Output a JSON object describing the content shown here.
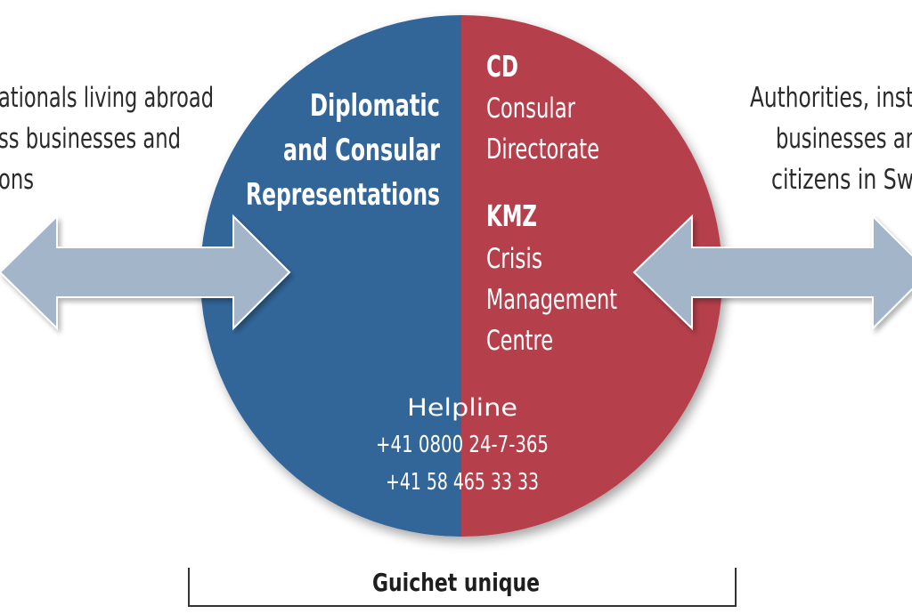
{
  "left_audience": {
    "lines": [
      "ationals living abroad",
      "ss businesses and",
      "ons"
    ]
  },
  "right_audience": {
    "lines": [
      "Authorities, inst",
      "businesses ar",
      "citizens in Sw"
    ]
  },
  "diplomatic": {
    "lines": [
      "Diplomatic",
      "and Consular",
      "Representations"
    ]
  },
  "cd": {
    "code": "CD",
    "lines": [
      "Consular",
      "Directorate"
    ]
  },
  "kmz": {
    "code": "KMZ",
    "lines": [
      "Crisis",
      "Management",
      "Centre"
    ]
  },
  "helpline": {
    "title": "Helpline",
    "phones": [
      "+41 0800 24-7-365",
      "+41 58 465 33 33"
    ]
  },
  "guichet": {
    "label": "Guichet unique"
  },
  "colors": {
    "blue": "#336699",
    "red": "#b5404b",
    "arrow": "#a3b5c8",
    "text_dark": "#2b2b2b"
  }
}
